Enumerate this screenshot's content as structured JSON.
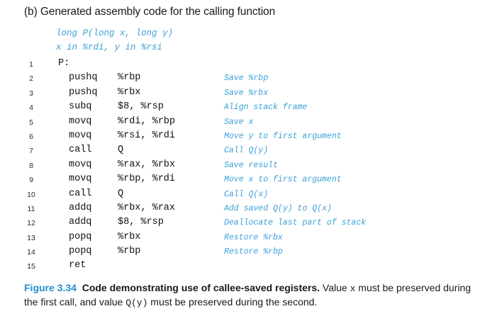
{
  "heading": "(b) Generated assembly code for the calling function",
  "prototype": {
    "line1": "long P(long x, long y)",
    "line2": "x in %rdi, y in %rsi"
  },
  "lines": [
    {
      "num": "1",
      "label": "P:",
      "op": "",
      "args": "",
      "comment": ""
    },
    {
      "num": "2",
      "label": "",
      "op": "pushq",
      "args": "%rbp",
      "comment": "Save %rbp"
    },
    {
      "num": "3",
      "label": "",
      "op": "pushq",
      "args": "%rbx",
      "comment": "Save %rbx"
    },
    {
      "num": "4",
      "label": "",
      "op": "subq",
      "args": "$8, %rsp",
      "comment": "Align stack frame"
    },
    {
      "num": "5",
      "label": "",
      "op": "movq",
      "args": "%rdi, %rbp",
      "comment": "Save x"
    },
    {
      "num": "6",
      "label": "",
      "op": "movq",
      "args": "%rsi, %rdi",
      "comment": "Move y to first argument"
    },
    {
      "num": "7",
      "label": "",
      "op": "call",
      "args": "Q",
      "comment": "Call Q(y)"
    },
    {
      "num": "8",
      "label": "",
      "op": "movq",
      "args": "%rax, %rbx",
      "comment": "Save result"
    },
    {
      "num": "9",
      "label": "",
      "op": "movq",
      "args": "%rbp, %rdi",
      "comment": "Move x to first argument"
    },
    {
      "num": "10",
      "label": "",
      "op": "call",
      "args": "Q",
      "comment": "Call Q(x)"
    },
    {
      "num": "11",
      "label": "",
      "op": "addq",
      "args": "%rbx, %rax",
      "comment": "Add saved Q(y) to Q(x)"
    },
    {
      "num": "12",
      "label": "",
      "op": "addq",
      "args": "$8, %rsp",
      "comment": "Deallocate last part of stack"
    },
    {
      "num": "13",
      "label": "",
      "op": "popq",
      "args": "%rbx",
      "comment": "Restore %rbx"
    },
    {
      "num": "14",
      "label": "",
      "op": "popq",
      "args": "%rbp",
      "comment": "Restore %rbp"
    },
    {
      "num": "15",
      "label": "",
      "op": "ret",
      "args": "",
      "comment": ""
    }
  ],
  "caption": {
    "figure_label": "Figure 3.34",
    "title": "Code demonstrating use of callee-saved registers.",
    "text_1": " Value ",
    "code_x": "x",
    "text_2": " must be preserved during the first call, and value ",
    "code_qy": "Q(y)",
    "text_3": " must be preserved during the second."
  },
  "colors": {
    "accent": "#3aa0d8",
    "figure_label": "#1f8fd0",
    "text": "#1a1a1a"
  }
}
